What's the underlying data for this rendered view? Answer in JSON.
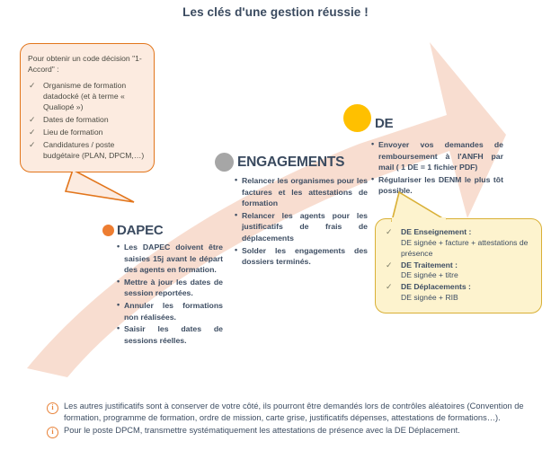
{
  "title": "Les clés d'une gestion réussie !",
  "colors": {
    "arrow": "#F8DDD0",
    "dapec_dot": "#ED7D31",
    "engagements_dot": "#A6A6A6",
    "de_dot": "#FFC000",
    "orange_callout_border": "#E2751B",
    "orange_callout_fill": "#FCEBE0",
    "yellow_callout_border": "#D9B036",
    "yellow_callout_fill": "#FDF3CE",
    "text": "#3E4E63",
    "info_icon": "#E8833A"
  },
  "callout_accord": {
    "lead": "Pour obtenir un code décision \"1-Accord\" :",
    "check_glyph": "✓",
    "items": [
      "Organisme de formation datadocké (et à terme « Qualiopé »)",
      "Dates de formation",
      "Lieu de formation",
      "Candidatures / poste budgétaire (PLAN, DPCM,…)"
    ]
  },
  "groups": [
    {
      "id": "dapec",
      "name": "DAPEC",
      "dot_color": "#ED7D31",
      "bullets": [
        "Les DAPEC doivent être saisies 15j avant le départ des agents en formation.",
        "Mettre à jour les dates de session reportées.",
        "Annuler les formations non réalisées.",
        "Saisir les dates de sessions réelles."
      ]
    },
    {
      "id": "engagements",
      "name": "ENGAGEMENTS",
      "dot_color": "#A6A6A6",
      "bullets": [
        "Relancer les organismes pour les factures et les attestations de formation",
        "Relancer les agents pour les justificatifs de frais de déplacements",
        "Solder les engagements des dossiers terminés."
      ]
    },
    {
      "id": "de",
      "name": "DE",
      "dot_color": "#FFC000",
      "bullets": [
        "Envoyer vos demandes de remboursement à l'ANFH par mail ( 1 DE = 1 fichier PDF)",
        "Régulariser les DENM le plus tôt possible."
      ]
    }
  ],
  "callout_de_types": {
    "check_glyph": "✓",
    "items": [
      {
        "title": "DE Enseignement :",
        "detail": "DE signée + facture + attestations de présence"
      },
      {
        "title": "DE Traitement :",
        "detail": "DE signée + titre"
      },
      {
        "title": "DE Déplacements :",
        "detail": "DE signée + RIB"
      }
    ]
  },
  "footer_notes": [
    "Les autres justificatifs sont à conserver de votre côté, ils pourront être demandés lors de contrôles aléatoires (Convention de formation, programme de formation, ordre de mission, carte grise, justificatifs dépenses, attestations de formations…).",
    "Pour le poste DPCM, transmettre systématiquement les attestations de présence avec la DE Déplacement."
  ],
  "info_icon_glyph": "i"
}
